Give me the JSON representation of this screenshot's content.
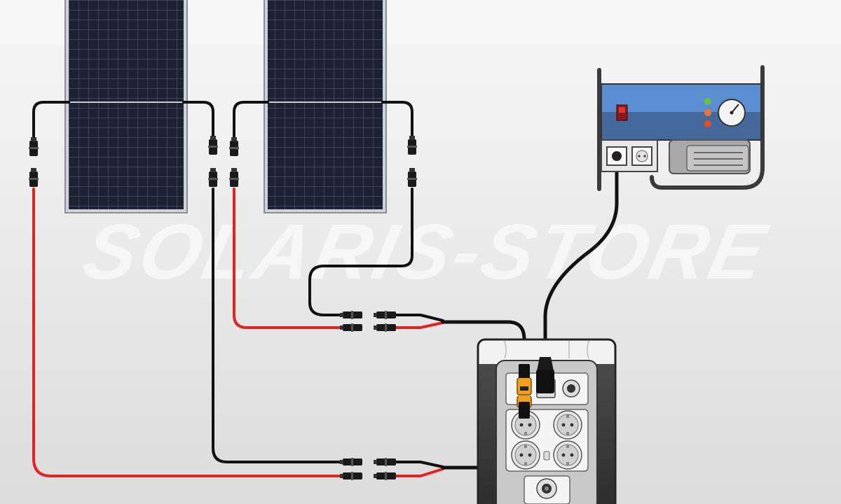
{
  "watermark": {
    "text": "SOLARIS-STORE"
  },
  "components": {
    "solar_panels": [
      {
        "name": "solar-panel-1"
      },
      {
        "name": "solar-panel-2"
      }
    ],
    "generator": {
      "name": "generator"
    },
    "power_station": {
      "name": "portable-power-station"
    }
  },
  "colors": {
    "positive_cable": "#e02424",
    "negative_cable": "#111111",
    "panel_cell": "#1d2233",
    "panel_grid": "#5d6478",
    "generator_body": "#4a7fbf",
    "station_body": "#3a3a3a",
    "station_panel": "#c8c8c8",
    "connector_yellow": "#f0a020"
  },
  "icons": [
    "mc4-connector",
    "ac-outlet-icon",
    "xt60-port-icon",
    "toggle-switch-icon",
    "gauge-icon"
  ]
}
